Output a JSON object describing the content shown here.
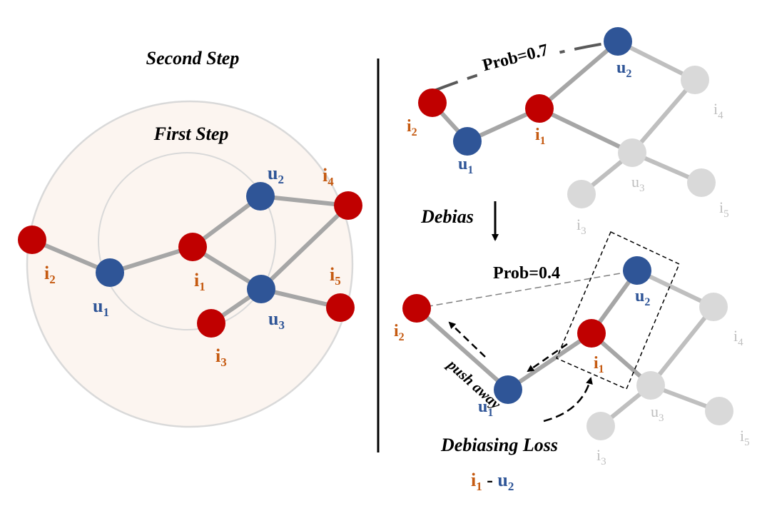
{
  "colors": {
    "user": "#2f5597",
    "item": "#c00000",
    "item_label": "#c55a11",
    "faded_node": "#d9d9d9",
    "faded_label": "#bfbfbf",
    "edge": "#a6a6a6",
    "faded_edge": "#bfbfbf",
    "outer_circle_fill": "#fcf5f0",
    "ring_stroke": "#d9d9d9",
    "divider": "#000000"
  },
  "left_panel": {
    "outer_title": "Second Step",
    "inner_title": "First Step",
    "labels": {
      "u1": [
        "u",
        "1"
      ],
      "u2": [
        "u",
        "2"
      ],
      "u3": [
        "u",
        "3"
      ],
      "i1": [
        "i",
        "1"
      ],
      "i2": [
        "i",
        "2"
      ],
      "i3": [
        "i",
        "3"
      ],
      "i4": [
        "i",
        "4"
      ],
      "i5": [
        "i",
        "5"
      ]
    }
  },
  "right_top": {
    "prob_label": "Prob=0.7",
    "labels": {
      "u1": [
        "u",
        "1"
      ],
      "u2": [
        "u",
        "2"
      ],
      "u3": [
        "u",
        "3"
      ],
      "i1": [
        "i",
        "1"
      ],
      "i2": [
        "i",
        "2"
      ],
      "i3": [
        "i",
        "3"
      ],
      "i4": [
        "i",
        "4"
      ],
      "i5": [
        "i",
        "5"
      ]
    }
  },
  "debias_label": "Debias",
  "right_bottom": {
    "prob_label": "Prob=0.4",
    "push_away_label": "push away",
    "loss_title": "Debiasing Loss",
    "loss_pair": {
      "left": [
        "i",
        "1"
      ],
      "separator": " - ",
      "right": [
        "u",
        "2"
      ]
    },
    "labels": {
      "u1": [
        "u",
        "1"
      ],
      "u2": [
        "u",
        "2"
      ],
      "u3": [
        "u",
        "3"
      ],
      "i1": [
        "i",
        "1"
      ],
      "i2": [
        "i",
        "2"
      ],
      "i3": [
        "i",
        "3"
      ],
      "i4": [
        "i",
        "4"
      ],
      "i5": [
        "i",
        "5"
      ]
    }
  }
}
